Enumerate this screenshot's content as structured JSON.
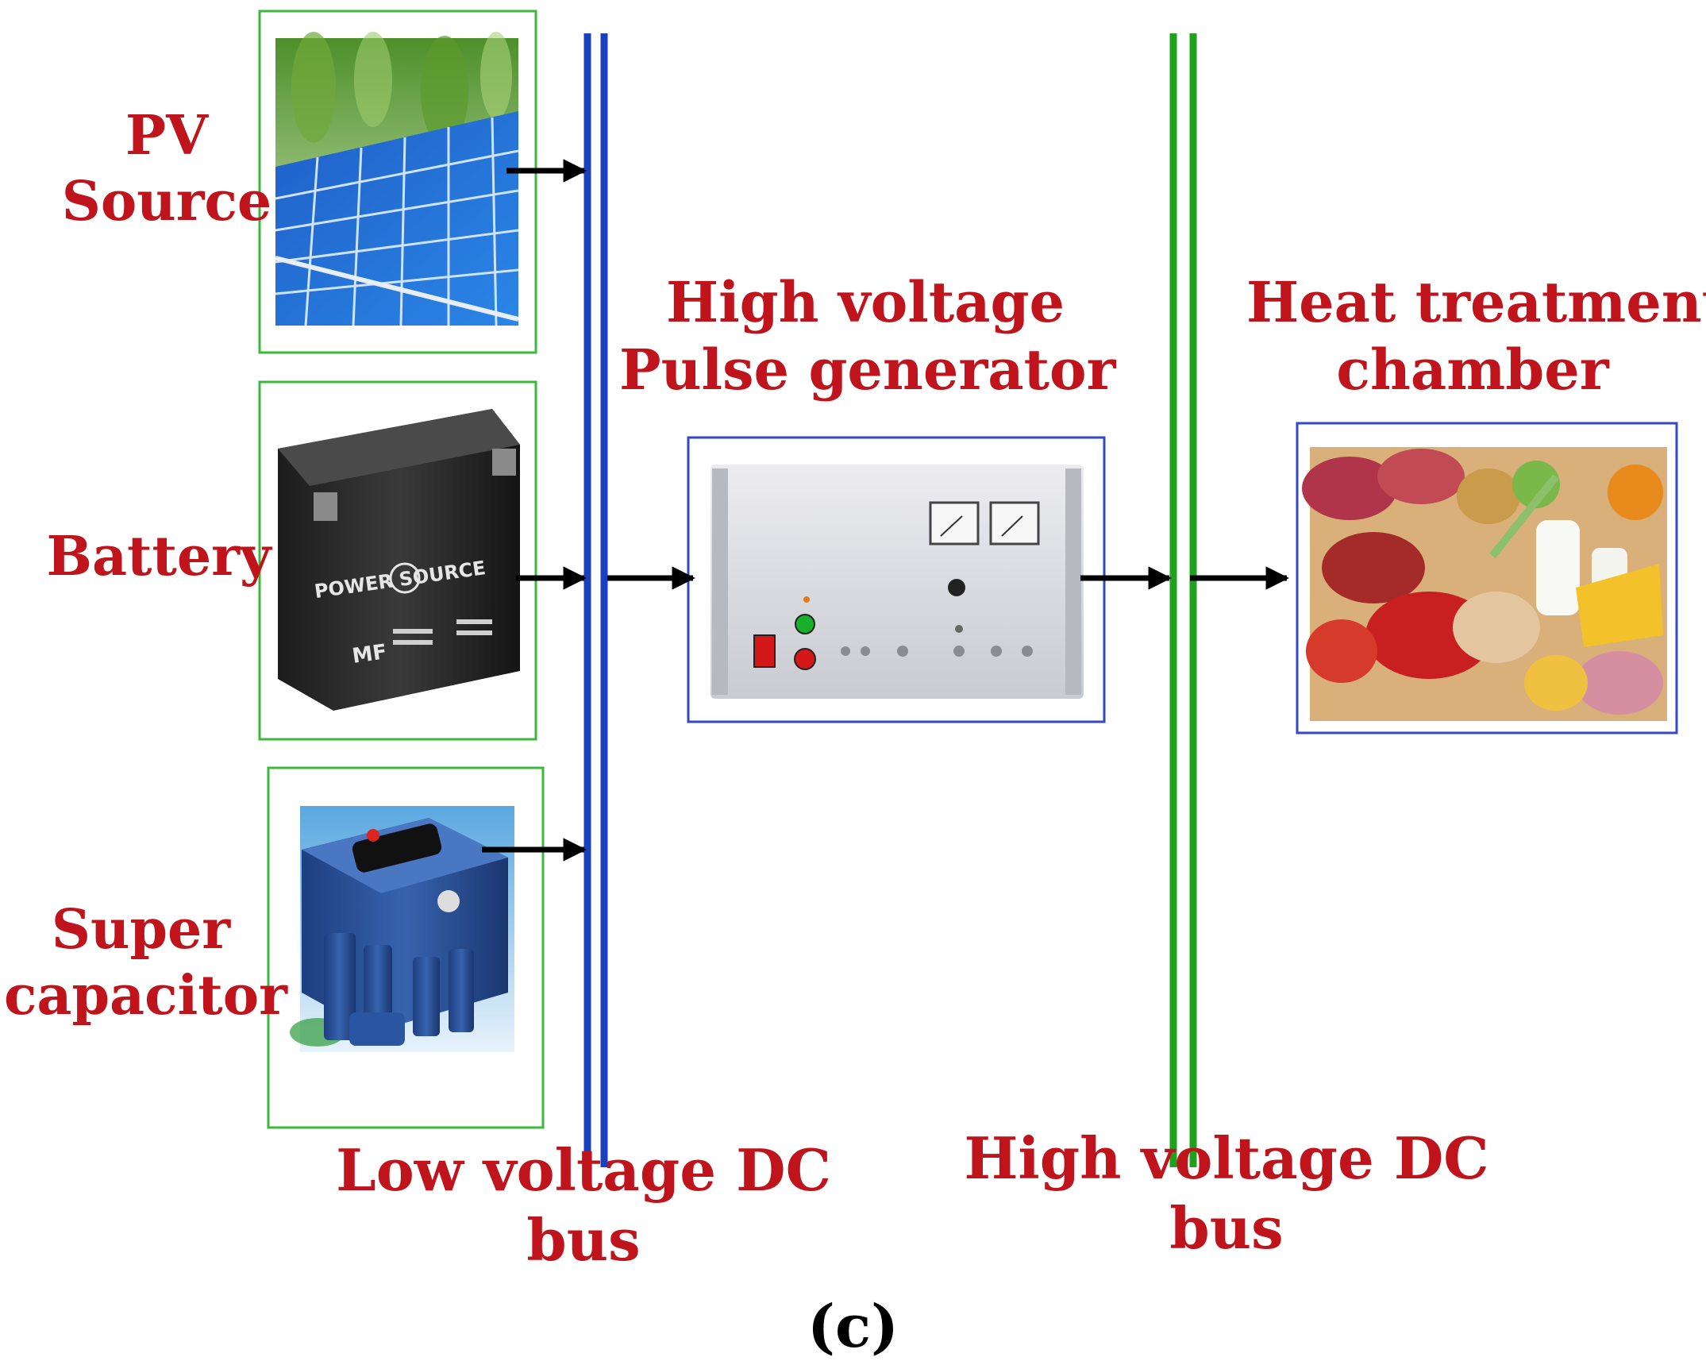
{
  "colors": {
    "label_red": "#c0141c",
    "low_voltage_bus": "#1a3fbf",
    "high_voltage_bus": "#1fa01f",
    "source_frame": "#3cb83c",
    "load_frame": "#3348c8",
    "arrow": "#000000"
  },
  "sources": [
    {
      "id": "pv",
      "lines": [
        "PV",
        "Source"
      ],
      "icon": "solar-panel-icon"
    },
    {
      "id": "battery",
      "lines": [
        "Battery"
      ],
      "icon": "battery-icon"
    },
    {
      "id": "supercap",
      "lines": [
        "Super",
        "capacitor"
      ],
      "icon": "supercapacitor-icon"
    }
  ],
  "generator": {
    "lines": [
      "High voltage",
      "Pulse generator"
    ],
    "icon": "pulse-generator-icon"
  },
  "chamber": {
    "lines": [
      "Heat treatment",
      "chamber"
    ],
    "icon": "food-icon"
  },
  "buses": {
    "low": {
      "lines": [
        "Low voltage DC",
        "bus"
      ]
    },
    "high": {
      "lines": [
        "High voltage DC",
        "bus"
      ]
    }
  },
  "caption": "(c)"
}
